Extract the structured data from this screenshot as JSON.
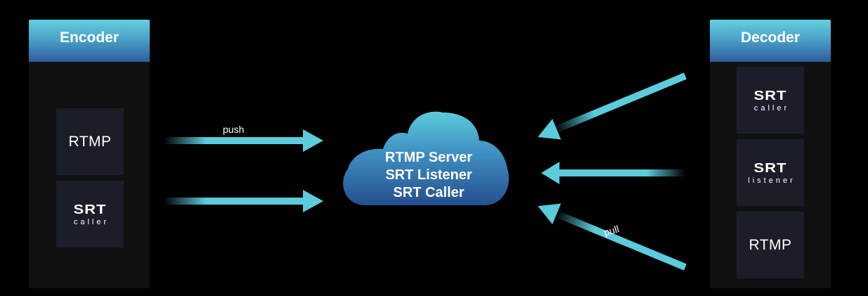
{
  "encoder": {
    "title": "Encoder",
    "tiles": [
      {
        "type": "rtmp",
        "label": "RTMP"
      },
      {
        "type": "srt",
        "label": "SRT",
        "sub": "caller"
      }
    ]
  },
  "decoder": {
    "title": "Decoder",
    "tiles": [
      {
        "type": "srt",
        "label": "SRT",
        "sub": "caller"
      },
      {
        "type": "srt",
        "label": "SRT",
        "sub": "listener"
      },
      {
        "type": "rtmp",
        "label": "RTMP"
      }
    ]
  },
  "cloud": {
    "lines": [
      "RTMP Server",
      "SRT Listener",
      "SRT Caller"
    ]
  },
  "arrows": {
    "push_label": "push",
    "pull_label": "pull"
  },
  "colors": {
    "arrow": "#5ccbdc",
    "header_top": "#63d0df",
    "header_bottom": "#2f5c9c",
    "cloud_top": "#5ccbdc",
    "cloud_bottom": "#254f8f"
  }
}
